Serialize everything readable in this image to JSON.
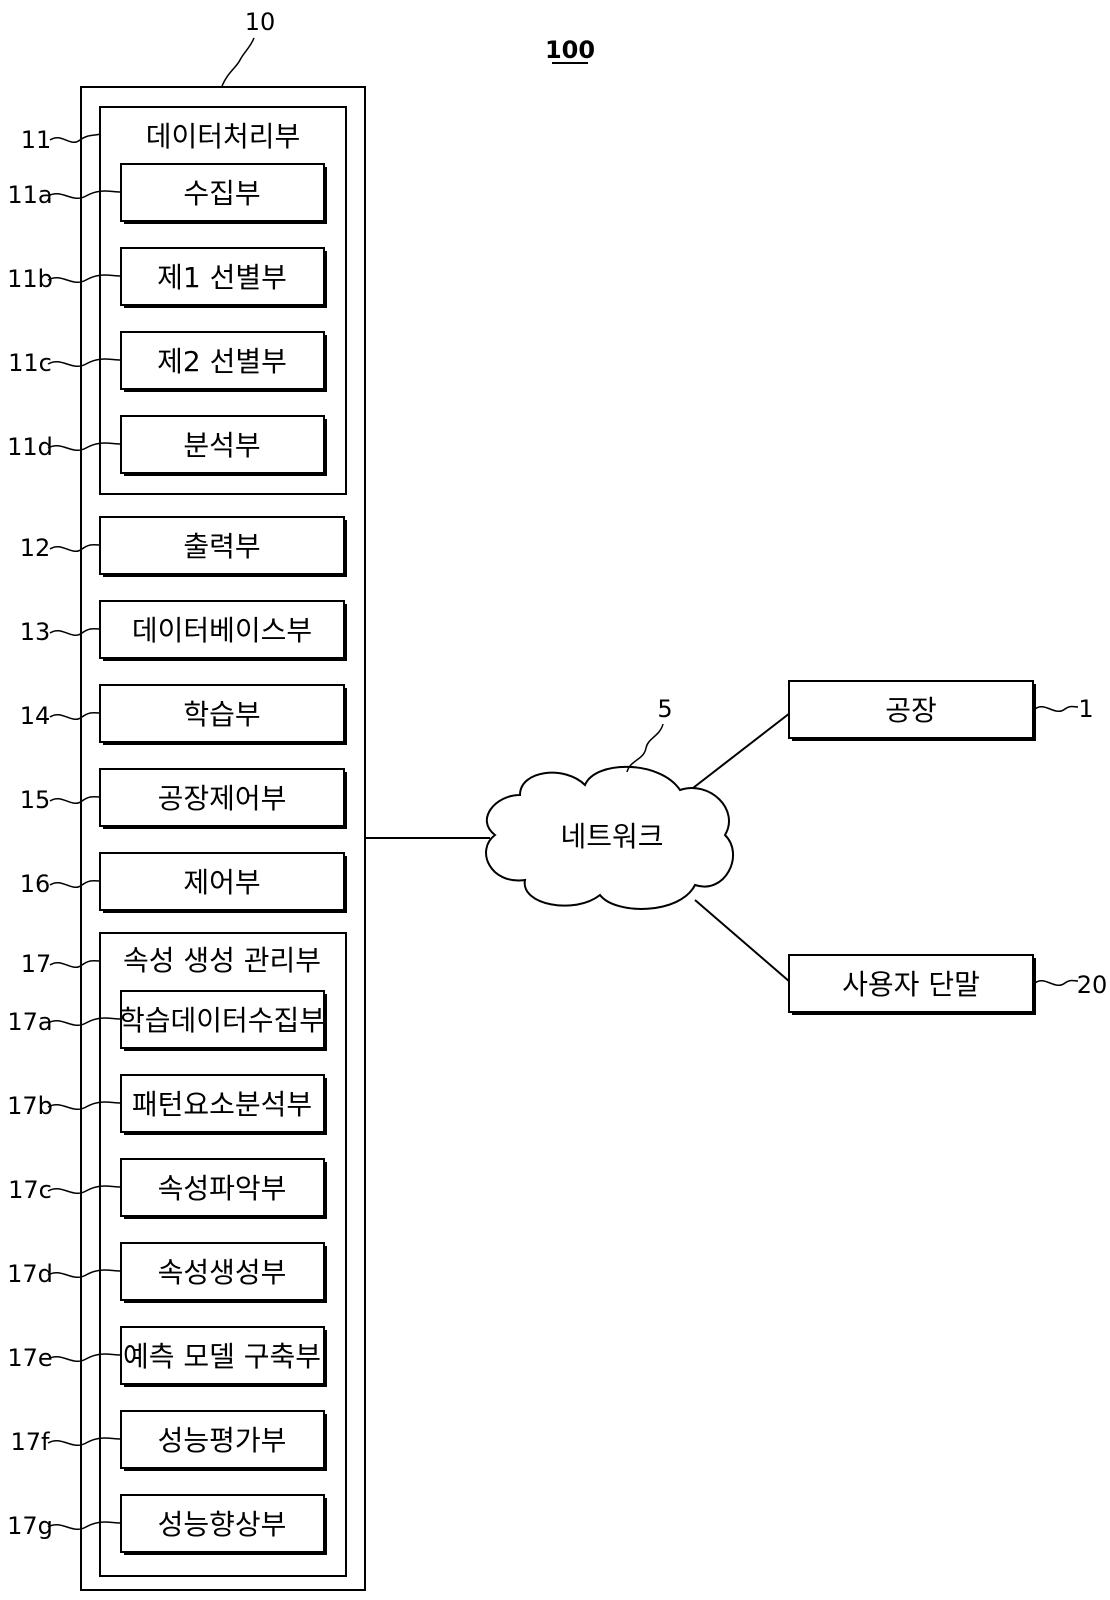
{
  "figure_label": "100",
  "server": {
    "ref": "10",
    "data_processing": {
      "ref": "11",
      "label": "데이터처리부",
      "children": [
        {
          "ref": "11a",
          "label": "수집부"
        },
        {
          "ref": "11b",
          "label": "제1 선별부"
        },
        {
          "ref": "11c",
          "label": "제2 선별부"
        },
        {
          "ref": "11d",
          "label": "분석부"
        }
      ]
    },
    "modules": [
      {
        "ref": "12",
        "label": "출력부"
      },
      {
        "ref": "13",
        "label": "데이터베이스부"
      },
      {
        "ref": "14",
        "label": "학습부"
      },
      {
        "ref": "15",
        "label": "공장제어부"
      },
      {
        "ref": "16",
        "label": "제어부"
      }
    ],
    "attribute_manager": {
      "ref": "17",
      "label": "속성 생성 관리부",
      "children": [
        {
          "ref": "17a",
          "label": "학습데이터수집부"
        },
        {
          "ref": "17b",
          "label": "패턴요소분석부"
        },
        {
          "ref": "17c",
          "label": "속성파악부"
        },
        {
          "ref": "17d",
          "label": "속성생성부"
        },
        {
          "ref": "17e",
          "label": "예측 모델 구축부"
        },
        {
          "ref": "17f",
          "label": "성능평가부"
        },
        {
          "ref": "17g",
          "label": "성능향상부"
        }
      ]
    }
  },
  "network": {
    "ref": "5",
    "label": "네트워크"
  },
  "factory": {
    "ref": "1",
    "label": "공장"
  },
  "user_terminal": {
    "ref": "20",
    "label": "사용자 단말"
  }
}
